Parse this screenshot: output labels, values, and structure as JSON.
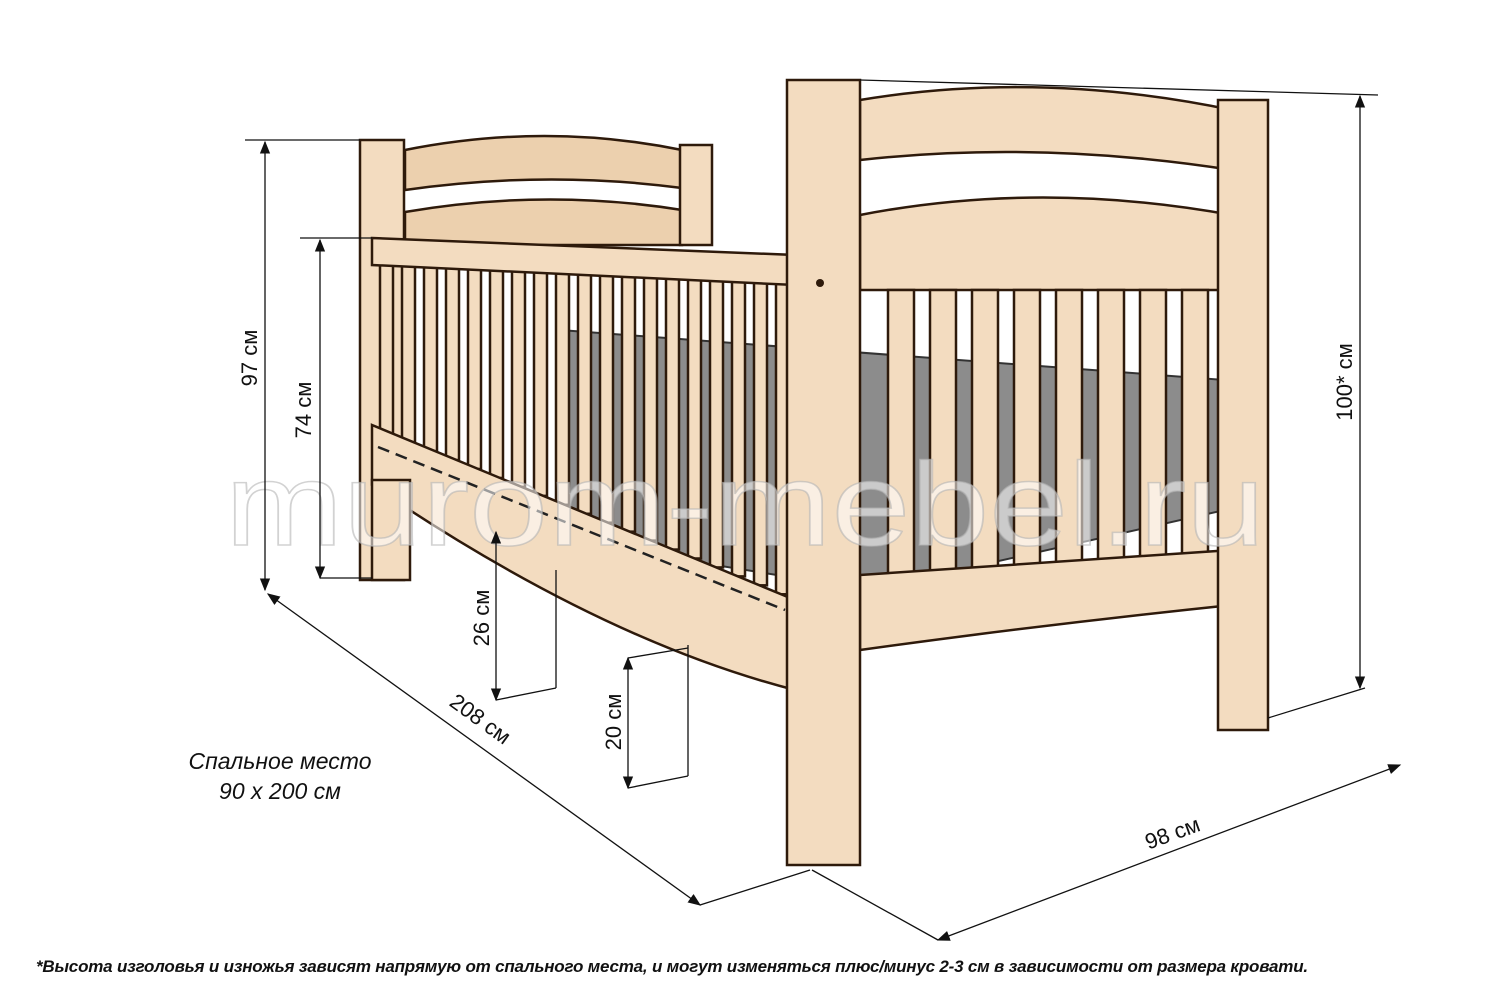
{
  "dimensions": {
    "footboard_height": "97 см",
    "side_rail_height": "74 см",
    "headboard_height": "100* см",
    "mattress_depth": "26 см",
    "floor_clearance": "20 см",
    "length": "208 см",
    "width": "98 см"
  },
  "berth": {
    "line1": "Спальное место",
    "line2": "90 х 200 см"
  },
  "watermark": "murom-mebel.ru",
  "footnote": "*Высота изголовья и изножья зависят напрямую от спального места, и могут изменяться плюс/минус 2-3 см в зависимости от размера кровати.",
  "colors": {
    "wood": "#f3dcc0",
    "outline": "#2e1a0b",
    "mattress": "#8c8c8c"
  }
}
